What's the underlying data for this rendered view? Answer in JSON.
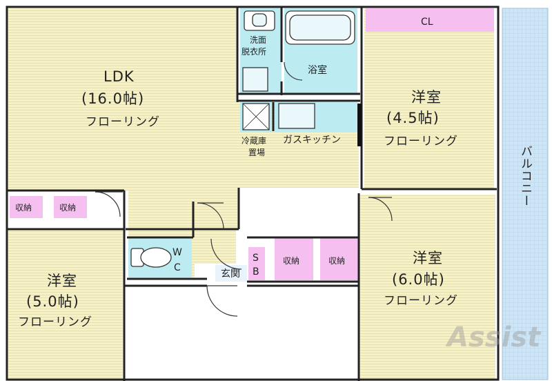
{
  "rooms": {
    "ldk": {
      "name": "LDK",
      "size": "(16.0帖)",
      "floor": "フローリング"
    },
    "western_4_5": {
      "name": "洋室",
      "size": "(4.5帖)",
      "floor": "フローリング"
    },
    "western_6_0": {
      "name": "洋室",
      "size": "(6.0帖)",
      "floor": "フローリング"
    },
    "western_5_0": {
      "name": "洋室",
      "size": "(5.0帖)",
      "floor": "フローリング"
    }
  },
  "labels": {
    "closet": "CL",
    "washroom_line1": "洗面",
    "washroom_line2": "脱衣所",
    "bathroom": "浴室",
    "fridge_line1": "冷蔵庫",
    "fridge_line2": "置場",
    "kitchen": "ガスキッチン",
    "storage": "収納",
    "wc_w": "W",
    "wc_c": "C",
    "entrance": "玄関",
    "shoebox_s": "S",
    "shoebox_b": "B",
    "balcony": "バルコニー"
  },
  "watermark": "Assist",
  "colors": {
    "wall": "#222222",
    "floor_wood": "#f7f1c6",
    "floor_line": "#e6dda3",
    "wet_area": "#bdebf2",
    "storage": "#f5bff0",
    "balcony": "#cfe5f5",
    "exterior": "#ffffff"
  }
}
